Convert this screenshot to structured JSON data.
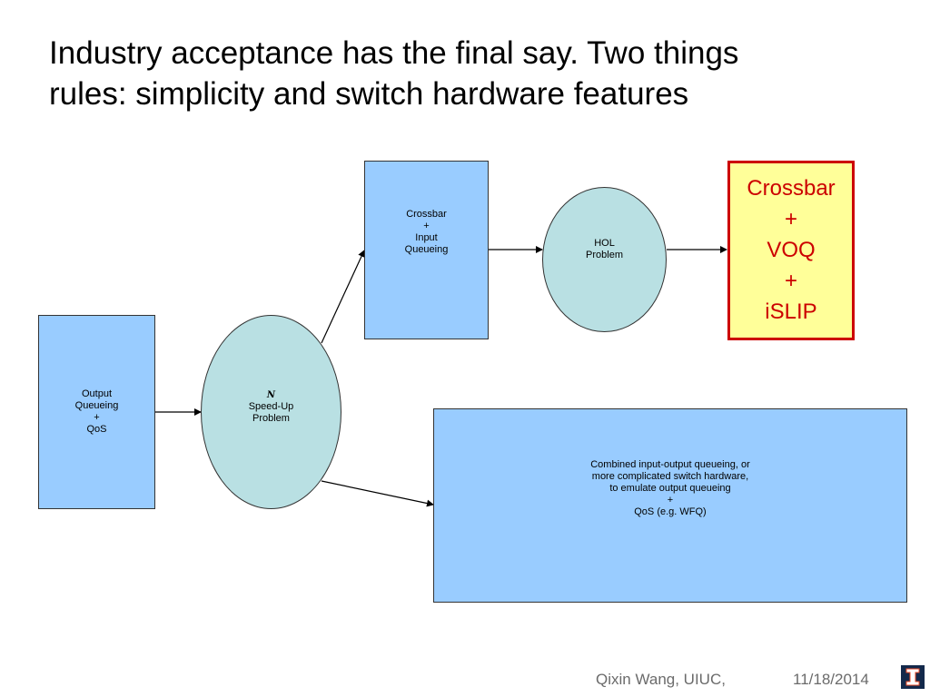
{
  "slide": {
    "title_line1": "Industry acceptance has the final say. Two things",
    "title_line2": "rules: simplicity and switch hardware features"
  },
  "nodes": {
    "output_queueing": {
      "lines": [
        "Output",
        "Queueing",
        "+",
        "QoS"
      ]
    },
    "speedup": {
      "symbol": "N",
      "lines": [
        "Speed-Up",
        "Problem"
      ]
    },
    "crossbar_input": {
      "lines": [
        "Crossbar",
        "+",
        "Input",
        "Queueing"
      ]
    },
    "hol": {
      "lines": [
        "HOL",
        "Problem"
      ]
    },
    "combined": {
      "lines": [
        "Combined input-output queueing, or",
        "more complicated switch hardware,",
        "to emulate output queueing",
        "+",
        "QoS (e.g. WFQ)"
      ]
    },
    "result": {
      "lines": [
        "Crossbar",
        "+",
        "VOQ",
        "+",
        "iSLIP"
      ]
    }
  },
  "footer": {
    "author": "Qixin Wang, UIUC,",
    "date": "11/18/2014"
  },
  "colors": {
    "box_fill": "#99ccff",
    "ellipse_fill": "#b9e0e3",
    "result_fill": "#ffff99",
    "result_accent": "#cc0000",
    "logo": "#13294b"
  }
}
